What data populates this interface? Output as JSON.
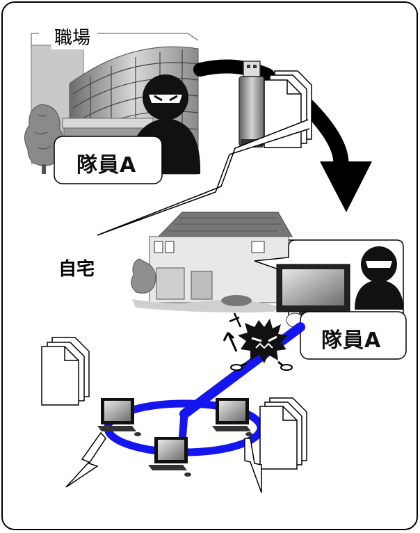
{
  "labels": {
    "workplace": "職場",
    "home": "自宅",
    "member_top": "隊員A",
    "member_bottom": "隊員A"
  },
  "icons": [
    "office-building-icon",
    "tree-icon",
    "masked-person-icon",
    "usb-drive-icon",
    "document-stack-icon",
    "curved-arrow-icon",
    "house-icon",
    "monitor-icon",
    "virus-icon",
    "desktop-computer-icon",
    "lightning-icon",
    "network-ring-icon"
  ],
  "colors": {
    "network": "#1515f0",
    "arrow": "#000000",
    "frame": "#000000"
  }
}
